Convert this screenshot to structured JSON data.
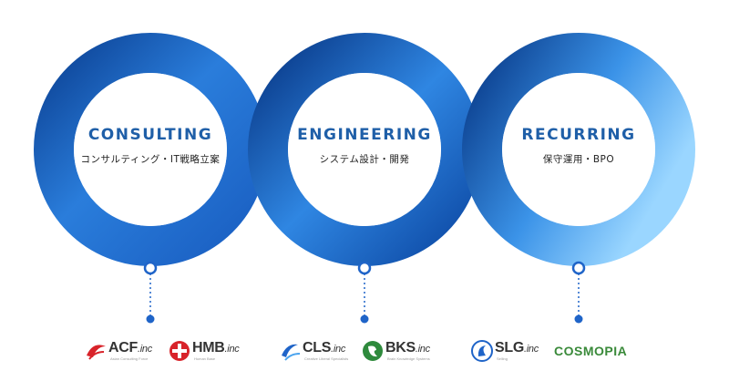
{
  "services": [
    {
      "title": "CONSULTING",
      "subtitle": "コンサルティング・IT戦略立案"
    },
    {
      "title": "ENGINEERING",
      "subtitle": "システム設計・開発"
    },
    {
      "title": "RECURRING",
      "subtitle": "保守運用・BPO"
    }
  ],
  "logos": [
    {
      "name": "ACF",
      "suffix": ".inc",
      "tagline": "Asian Consulting Force",
      "icon": "acf-logo-icon"
    },
    {
      "name": "HMB",
      "suffix": ".inc",
      "tagline": "Human Base",
      "icon": "hmb-logo-icon"
    },
    {
      "name": "CLS",
      "suffix": ".inc",
      "tagline": "Creative Liberal Specialists",
      "icon": "cls-logo-icon"
    },
    {
      "name": "BKS",
      "suffix": ".inc",
      "tagline": "Brain Knowledge Systems",
      "icon": "bks-logo-icon"
    },
    {
      "name": "SLG",
      "suffix": ".inc",
      "tagline": "Selling",
      "icon": "slg-logo-icon"
    },
    {
      "name": "COSMOPIA",
      "icon": "cosmopia-logo-icon"
    }
  ],
  "colors": {
    "ring_dark": "#0b3f8f",
    "ring_light": "#8fd0ff",
    "title": "#1f5fa8",
    "connector": "#1f64c8"
  }
}
